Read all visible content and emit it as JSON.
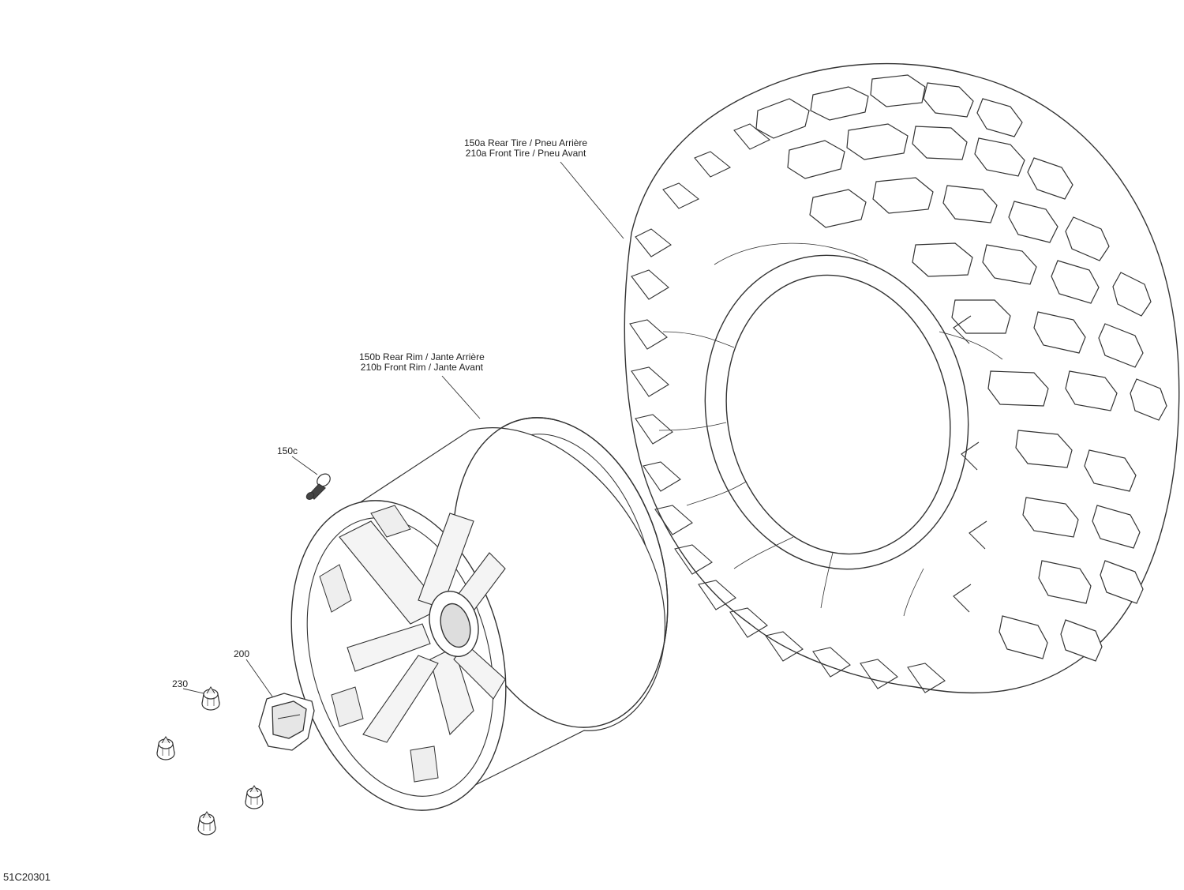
{
  "callouts": {
    "tire": {
      "line1": "150a Rear Tire / Pneu Arrière",
      "line2": "210a Front Tire / Pneu Avant"
    },
    "rim": {
      "line1": "150b Rear Rim / Jante Arrière",
      "line2": "210b Front Rim / Jante Avant"
    },
    "valve": "150c",
    "center_cap": "200",
    "lug_nut": "230"
  },
  "reference_code": "51C20301",
  "colors": {
    "line": "#333333",
    "background": "#ffffff"
  }
}
